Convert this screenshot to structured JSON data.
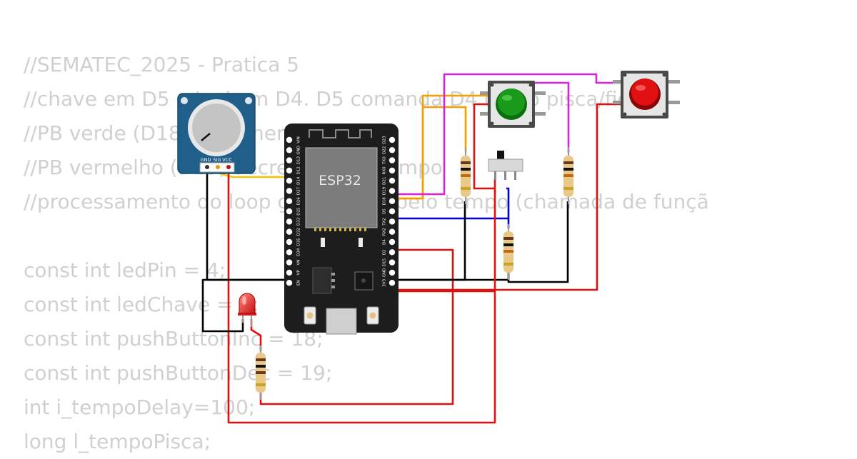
{
  "code_lines": [
    "//SEMATEC_2025 - Pratica 5",
    "//chave em D5 e Led em D4. D5 comanda D4 (ligão pisca/fica)",
    "//PB verde (D18) incrementa o tempo",
    "//PB vermelho (D19) decrementa o tempo",
    "//processamento do loop gerenciado pelo tempo (chamada de funçã",
    "",
    "const int ledPin = 4;",
    "const int ledChave = 5;",
    "const int pushButtonInc = 18;",
    "const int pushButtonDec = 19;",
    "int i_tempoDelay=100;",
    "long l_tempoPisca;"
  ],
  "board": {
    "label": "ESP32",
    "pins_left": [
      "EN",
      "VP",
      "VN",
      "D34",
      "D35",
      "D32",
      "D33",
      "D25",
      "D26",
      "D27",
      "D14",
      "D12",
      "D13",
      "GND",
      "VIN"
    ],
    "pins_right": [
      "D23",
      "D22",
      "TX0",
      "RX0",
      "D21",
      "D19",
      "D18",
      "D5",
      "TX2",
      "RX2",
      "D4",
      "D2",
      "D15",
      "GND",
      "3V3"
    ]
  },
  "potentiometer": {
    "pins": [
      "GND",
      "SIG",
      "VCC"
    ]
  },
  "colors": {
    "wire_black": "#000000",
    "wire_red": "#e01010",
    "wire_yellow": "#f5c400",
    "wire_orange": "#f5a000",
    "wire_magenta": "#e020e0",
    "wire_blue": "#0000e0",
    "button_green": "#1a9a1a",
    "button_red": "#e01010",
    "board": "#1d1d1d",
    "pot_body": "#1f5f8a"
  }
}
